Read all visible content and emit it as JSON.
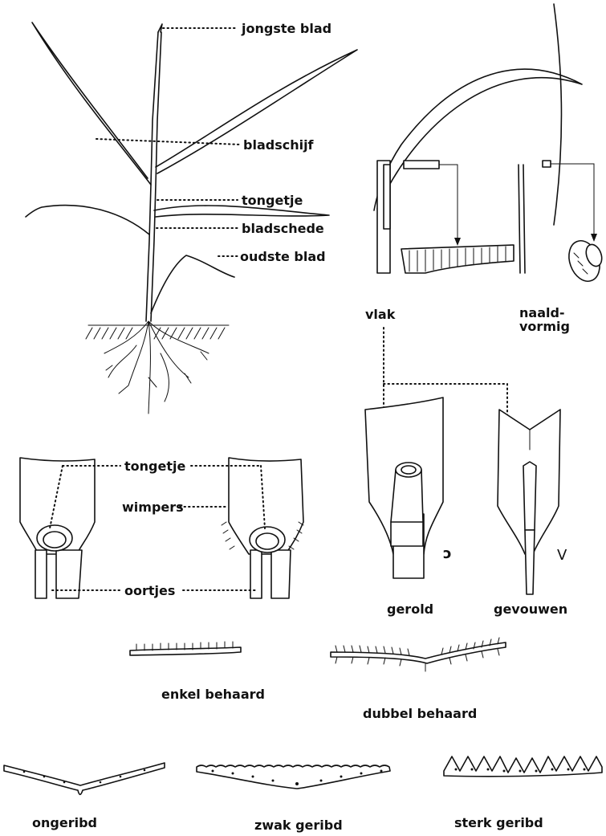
{
  "plant": {
    "labels": {
      "youngest_leaf": "jongste blad",
      "blade": "bladschijf",
      "ligule": "tongetje",
      "sheath": "bladschede",
      "oldest_leaf": "oudste blad"
    }
  },
  "leaf_shapes": {
    "flat": "vlak",
    "needle_line1": "naald-",
    "needle_line2": "vormig"
  },
  "vernation": {
    "rolled": "gerold",
    "folded": "gevouwen",
    "rolled_symbol": "ɔ",
    "folded_symbol": "V"
  },
  "ligule_detail": {
    "ligule": "tongetje",
    "cilia": "wimpers",
    "auricles": "oortjes"
  },
  "hairiness": {
    "single": "enkel behaard",
    "double": "dubbel behaard"
  },
  "ribbing": {
    "none": "ongeribd",
    "weak": "zwak geribd",
    "strong": "sterk geribd"
  }
}
